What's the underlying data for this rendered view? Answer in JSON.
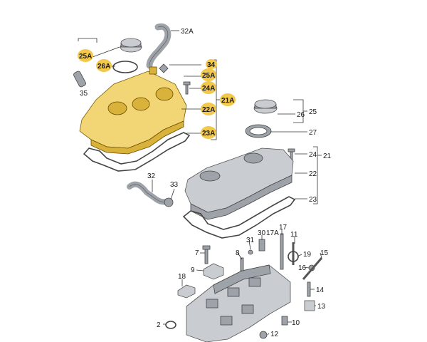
{
  "diagram": {
    "labels": {
      "l32A": "32A",
      "l25A": "25A",
      "l26A": "26A",
      "l34": "34",
      "l25A_r": "25A",
      "l24A": "24A",
      "l21A": "21A",
      "l22A": "22A",
      "l35": "35",
      "l23A": "23A",
      "l25": "25",
      "l26": "26",
      "l27": "27",
      "l24": "24",
      "l21": "21",
      "l22": "22",
      "l32": "32",
      "l33": "33",
      "l23": "23",
      "l30": "30",
      "l17A": "17A",
      "l17": "17",
      "l11": "11",
      "l7": "7",
      "l8": "8",
      "l31": "31",
      "l19": "19",
      "l15": "15",
      "l16": "16",
      "l18": "18",
      "l9": "9",
      "l14": "14",
      "l10": "10",
      "l13": "13",
      "l2": "2",
      "l12": "12"
    },
    "colors": {
      "highlight_fill": "#f2c94c",
      "highlight_part": "#f2d675",
      "standard_part": "#c9ccd1"
    }
  }
}
